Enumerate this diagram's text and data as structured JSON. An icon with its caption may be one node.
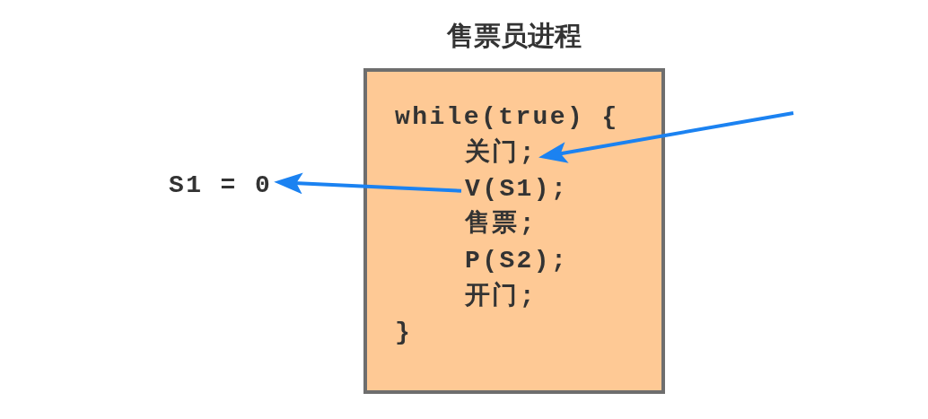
{
  "diagram": {
    "nodes": [
      {
        "text": [
          "售票员进程"
        ]
      },
      {
        "text": [
          "while(true) {"
        ],
        "in": 0
      },
      {
        "text": [
          "关门;"
        ],
        "in": 0
      },
      {
        "text": [
          "V(S1);"
        ],
        "in": 0
      },
      {
        "text": [
          "售票;"
        ],
        "in": 0
      },
      {
        "text": [
          "P(S2);"
        ],
        "in": 0
      },
      {
        "text": [
          "开门;"
        ],
        "in": 0
      },
      {
        "text": [
          "}"
        ],
        "in": 0
      },
      {
        "text": [
          "S1 = 0"
        ]
      }
    ],
    "edges": [
      {
        "from": null,
        "to": 2,
        "arrow": "to"
      },
      {
        "from": 3,
        "to": 8,
        "arrow": "to"
      }
    ]
  }
}
